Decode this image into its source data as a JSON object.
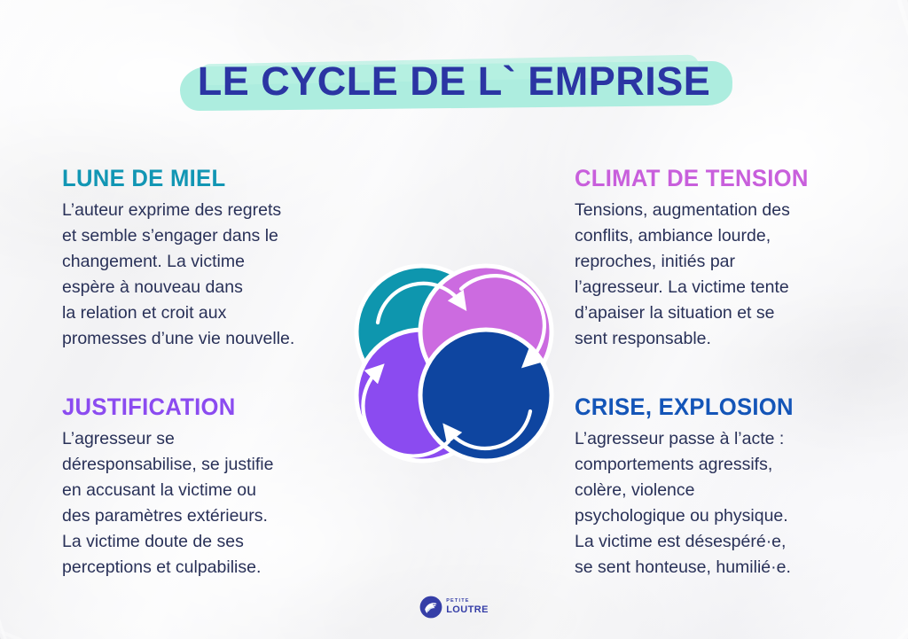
{
  "poster": {
    "title": "LE CYCLE DE L` EMPRISE",
    "background": "#f2f2f4",
    "title_color": "#2b35a3",
    "title_highlight_color": "#a9ecdd",
    "body_text_color": "#293158"
  },
  "sections": [
    {
      "id": "lune-de-miel",
      "heading": "LUNE DE MIEL",
      "heading_color": "#1296b4",
      "body": "L’auteur exprime des regrets\net semble s’engager dans le\nchangement. La victime\nespère à nouveau dans\nla relation et croit aux\npromesses d’une vie nouvelle."
    },
    {
      "id": "climat-de-tension",
      "heading": "CLIMAT DE TENSION",
      "heading_color": "#c85fdc",
      "body": "Tensions, augmentation des\nconflits, ambiance lourde,\nreproches, initiés par\nl’agresseur. La victime tente\nd’apaiser la situation et se\nsent responsable."
    },
    {
      "id": "justification",
      "heading": "JUSTIFICATION",
      "heading_color": "#8b4bf0",
      "body": "L’agresseur se\ndéresponsabilise, se justifie\nen accusant la victime ou\ndes paramètres extérieurs.\nLa victime doute de ses\nperceptions et culpabilise."
    },
    {
      "id": "crise-explosion",
      "heading": "CRISE, EXPLOSION",
      "heading_color": "#1455b8",
      "body": "L’agresseur passe à l’acte :\ncomportements agressifs,\ncolère, violence\npsychologique ou physique.\nLa victime est désespéré·e,\nse sent honteuse, humilié·e."
    }
  ],
  "diagram": {
    "name": "four-circle-cycle",
    "circles": [
      {
        "id": "circle-lune-de-miel",
        "color": "#0e96ae",
        "position": "top-left",
        "arrow": "clockwise-arc-arrow"
      },
      {
        "id": "circle-climat-tension",
        "color": "#cc6be0",
        "position": "top-right",
        "arrow": "clockwise-arc-arrow"
      },
      {
        "id": "circle-justification",
        "color": "#8b4bf0",
        "position": "bottom-left",
        "arrow": "clockwise-arc-arrow"
      },
      {
        "id": "circle-crise-explosion",
        "color": "#0e45a0",
        "position": "bottom-right",
        "arrow": "clockwise-arc-arrow"
      }
    ],
    "arrow_color": "#ffffff",
    "outline_color": "#ffffff"
  },
  "logo": {
    "top_word": "PETITE",
    "main_word": "LOUTRE",
    "color": "#2b35a3",
    "mark": "otter-head-icon"
  }
}
